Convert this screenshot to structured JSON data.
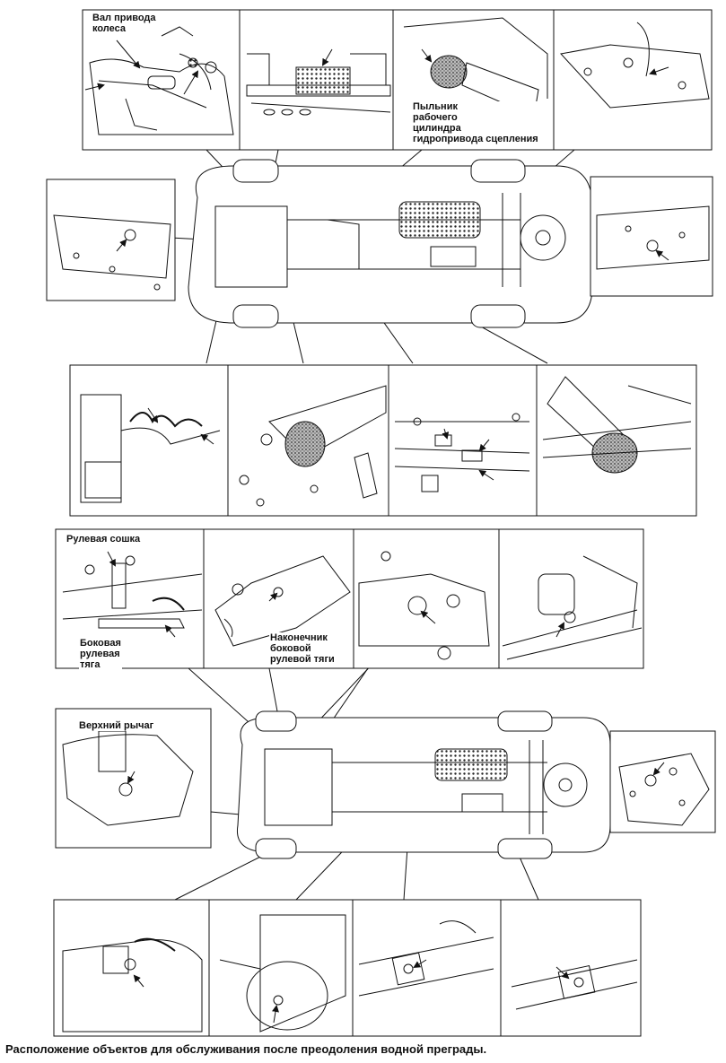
{
  "labels": {
    "drive_shaft": [
      "Вал привода",
      "колеса"
    ],
    "clutch_boot": [
      "Пыльник",
      "рабочего",
      "цилиндра",
      "гидропривода сцепления"
    ],
    "pitman_arm": [
      "Рулевая сошка"
    ],
    "side_rod": [
      "Боковая",
      "рулевая",
      "тяга"
    ],
    "tie_rod_end": [
      "Наконечник",
      "боковой",
      "рулевой тяги"
    ],
    "upper_arm": [
      "Верхний рычаг"
    ]
  },
  "caption": "Расположение объектов для обслуживания после преодоления водной преграды.",
  "panels": {
    "top_row": [
      "wheel-drive-shaft-view",
      "steering-rack-boot-view",
      "clutch-cylinder-boot-view",
      "fuel-line-view"
    ],
    "left_mid": "front-diff-plug-view",
    "right_mid": "rear-diff-plug-view",
    "row2": [
      "front-axle-boot-view",
      "propshaft-boot-view",
      "brake-line-view",
      "rear-propshaft-boot-view"
    ],
    "row3": [
      "pitman-arm-view",
      "tie-rod-end-view",
      "front-hub-view",
      "rear-spring-view"
    ],
    "left_lower": "upper-arm-view",
    "right_lower": "transfer-case-view",
    "row4": [
      "front-ball-joint-view",
      "propshaft-cover-view",
      "universal-joint-view",
      "rear-universal-joint-view"
    ]
  }
}
